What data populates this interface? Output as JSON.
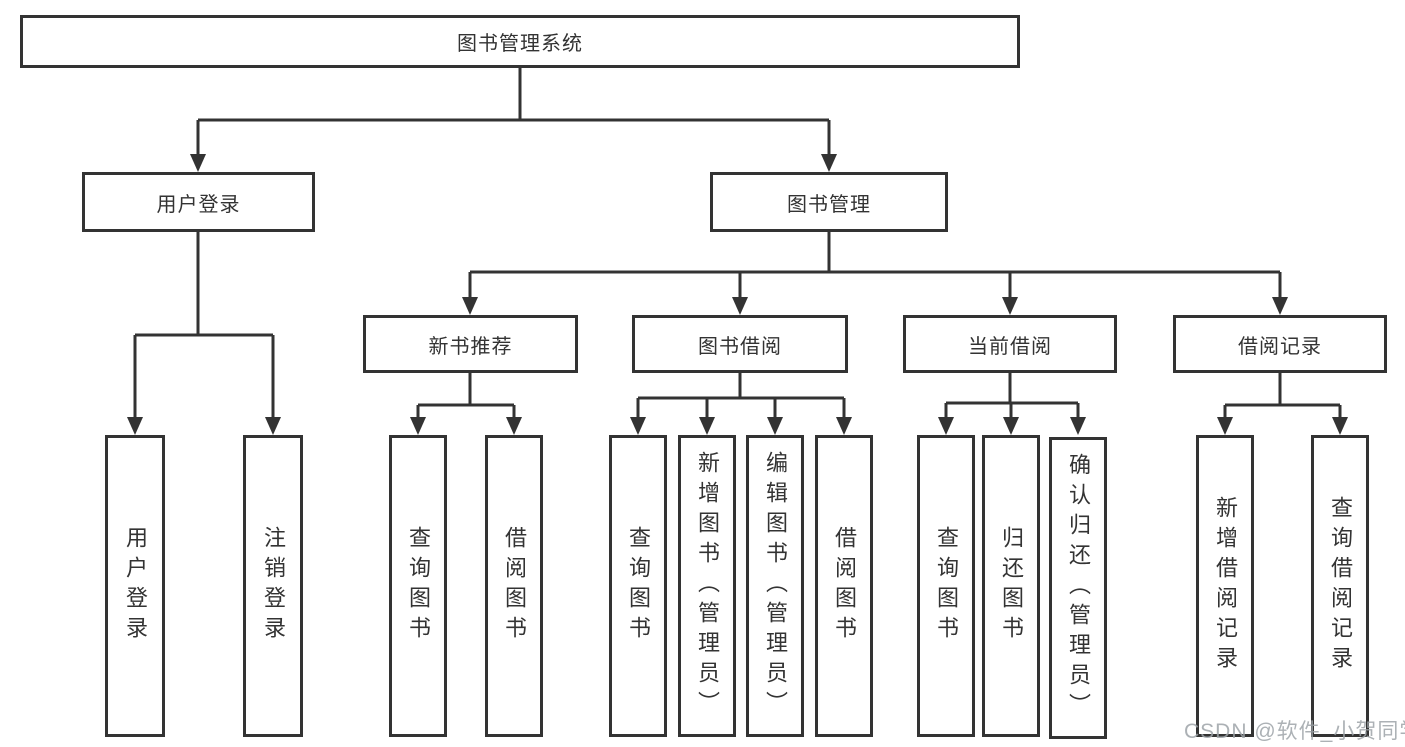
{
  "tree": {
    "root": {
      "label": "图书管理系统"
    },
    "level2": [
      {
        "label": "用户登录"
      },
      {
        "label": "图书管理"
      }
    ],
    "level3": [
      {
        "label": "新书推荐"
      },
      {
        "label": "图书借阅"
      },
      {
        "label": "当前借阅"
      },
      {
        "label": "借阅记录"
      }
    ],
    "leaves": {
      "user": [
        {
          "label": "用户登录"
        },
        {
          "label": "注销登录"
        }
      ],
      "recommend": [
        {
          "label": "查询图书"
        },
        {
          "label": "借阅图书"
        }
      ],
      "borrow": [
        {
          "label": "查询图书"
        },
        {
          "label": "新增图书（管理员）"
        },
        {
          "label": "编辑图书（管理员）"
        },
        {
          "label": "借阅图书"
        }
      ],
      "current": [
        {
          "label": "查询图书"
        },
        {
          "label": "归还图书"
        },
        {
          "label": "确认归还（管理员）"
        }
      ],
      "records": [
        {
          "label": "新增借阅记录"
        },
        {
          "label": "查询借阅记录"
        }
      ]
    }
  },
  "colors": {
    "line": "#333333",
    "text": "#333333",
    "watermark": "#9ea3a8"
  },
  "watermark": {
    "text": "CSDN @软件_小贺同学"
  }
}
